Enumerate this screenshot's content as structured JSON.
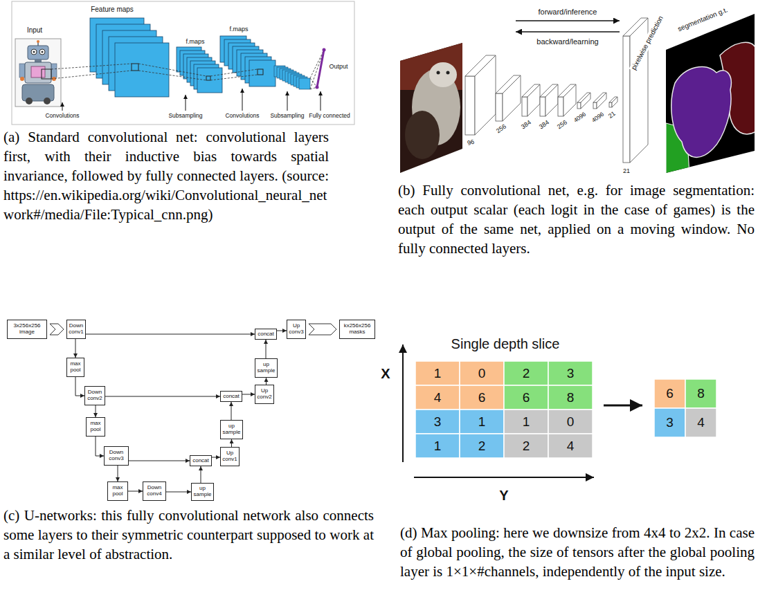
{
  "diagram": {
    "nodes": [
      {
        "text": [
          "3x256x256 image"
        ]
      },
      {
        "text": [
          "Down conv1"
        ]
      },
      {
        "text": [
          "max pool"
        ]
      },
      {
        "text": [
          "Down conv2"
        ]
      },
      {
        "text": [
          "max pool"
        ]
      },
      {
        "text": [
          "Down conv3"
        ]
      },
      {
        "text": [
          "max pool"
        ]
      },
      {
        "text": [
          "Down conv4"
        ]
      },
      {
        "text": [
          "up sample"
        ]
      },
      {
        "text": [
          "concat"
        ]
      },
      {
        "text": [
          "Up conv1"
        ]
      },
      {
        "text": [
          "up sample"
        ]
      },
      {
        "text": [
          "concat"
        ]
      },
      {
        "text": [
          "Up conv2"
        ]
      },
      {
        "text": [
          "up sample"
        ]
      },
      {
        "text": [
          "concat"
        ]
      },
      {
        "text": [
          "Up conv3"
        ]
      },
      {
        "text": [
          "kx256x256 masks"
        ]
      }
    ],
    "edges": [
      {
        "from": 0,
        "to": 1,
        "arrow": "to"
      },
      {
        "from": 1,
        "to": 2,
        "arrow": "to"
      },
      {
        "from": 1,
        "to": 15,
        "arrow": "to"
      },
      {
        "from": 2,
        "to": 3,
        "arrow": "to"
      },
      {
        "from": 3,
        "to": 4,
        "arrow": "to"
      },
      {
        "from": 3,
        "to": 12,
        "arrow": "to"
      },
      {
        "from": 4,
        "to": 5,
        "arrow": "to"
      },
      {
        "from": 5,
        "to": 6,
        "arrow": "to"
      },
      {
        "from": 5,
        "to": 9,
        "arrow": "to"
      },
      {
        "from": 6,
        "to": 7,
        "arrow": "to"
      },
      {
        "from": 7,
        "to": 8,
        "arrow": "to"
      },
      {
        "from": 8,
        "to": 9,
        "arrow": "to"
      },
      {
        "from": 9,
        "to": 10,
        "arrow": "to"
      },
      {
        "from": 10,
        "to": 11,
        "arrow": "to"
      },
      {
        "from": 11,
        "to": 12,
        "arrow": "to"
      },
      {
        "from": 12,
        "to": 13,
        "arrow": "to"
      },
      {
        "from": 13,
        "to": 14,
        "arrow": "to"
      },
      {
        "from": 14,
        "to": 15,
        "arrow": "to"
      },
      {
        "from": 15,
        "to": 16,
        "arrow": "to"
      },
      {
        "from": 16,
        "to": 17,
        "arrow": "to"
      }
    ],
    "labels": [
      "Input",
      "Feature maps",
      "f.maps",
      "f.maps",
      "Output",
      "Convolutions",
      "Subsampling",
      "Convolutions",
      "Subsampling",
      "Fully connected",
      "(a) Standard convolutional net: convolutional layers first, with their inductive bias towards spatial invariance, followed by fully connected layers. (source: https://en.wikipedia.org/wiki/Convolutional_neural_network#/media/File:Typical_cnn.png)",
      "forward/inference",
      "backward/learning",
      "96",
      "256",
      "384",
      "384",
      "256",
      "4096",
      "4096",
      "21",
      "pixelwise prediction",
      "21",
      "segmentation g.t.",
      "(b) Fully convolutional net, e.g. for image segmentation: each output scalar (each logit in the case of games) is the output of the same net, applied on a moving window. No fully connected layers.",
      "(c) U-networks: this fully convolutional network also connects some layers to their symmetric counterpart supposed to work at a similar level of abstraction.",
      "Single depth slice",
      "X",
      "Y",
      "1",
      "0",
      "2",
      "3",
      "4",
      "6",
      "6",
      "8",
      "3",
      "1",
      "1",
      "0",
      "1",
      "2",
      "2",
      "4",
      "6",
      "8",
      "3",
      "4",
      "(d) Max pooling: here we downsize from 4x4 to 2x2. In case of global pooling, the size of tensors after the global pooling layer is 1×1×#channels, independently of the input size."
    ]
  }
}
